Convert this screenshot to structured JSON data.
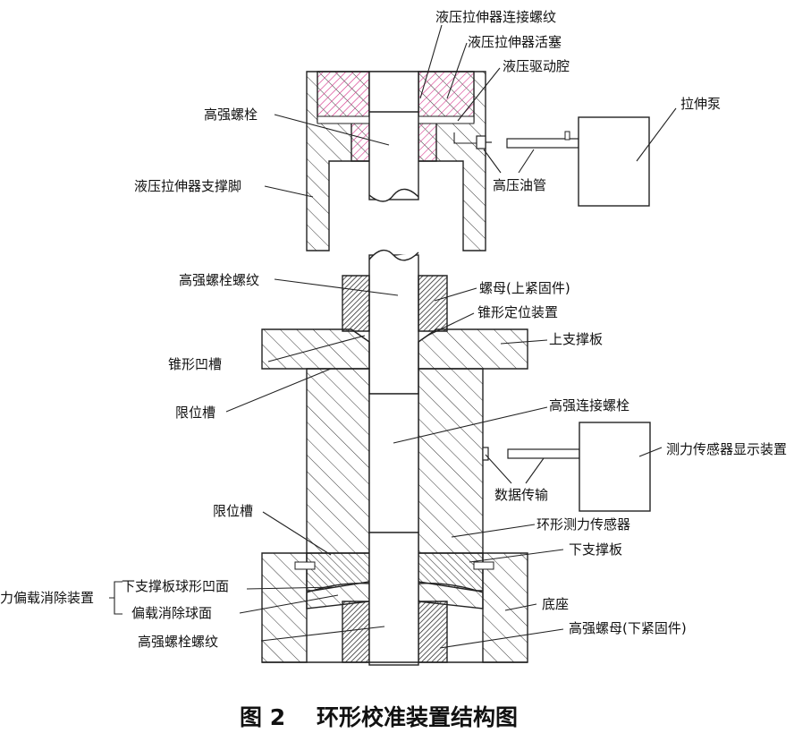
{
  "labels": {
    "thread_connect": "液压拉伸器连接螺纹",
    "piston": "液压拉伸器活塞",
    "drive_cavity": "液压驱动腔",
    "hs_bolt": "高强螺栓",
    "pump": "拉伸泵",
    "support_foot": "液压拉伸器支撑脚",
    "hp_tube": "高压油管",
    "bolt_thread_top": "高强螺栓螺纹",
    "nut_upper": "螺母(上紧固件)",
    "cone_locator": "锥形定位装置",
    "upper_plate": "上支撑板",
    "cone_groove": "锥形凹槽",
    "limit_groove_1": "限位槽",
    "connect_bolt": "高强连接螺栓",
    "display": "测力传感器显示装置",
    "data_tx": "数据传输",
    "limit_groove_2": "限位槽",
    "ring_sensor": "环形测力传感器",
    "lower_plate": "下支撑板",
    "sphere_recess": "下支撑板球形凹面",
    "eccentric_device": "力偏载消除装置",
    "eccentric_ball": "偏载消除球面",
    "base": "底座",
    "bolt_thread_bottom": "高强螺栓螺纹",
    "nut_lower": "高强螺母(下紧固件)"
  },
  "caption": {
    "fig_no": "图 2",
    "title": "环形校准装置结构图"
  },
  "colors": {
    "piston_hatch": "#d6338a",
    "line": "#222222"
  }
}
